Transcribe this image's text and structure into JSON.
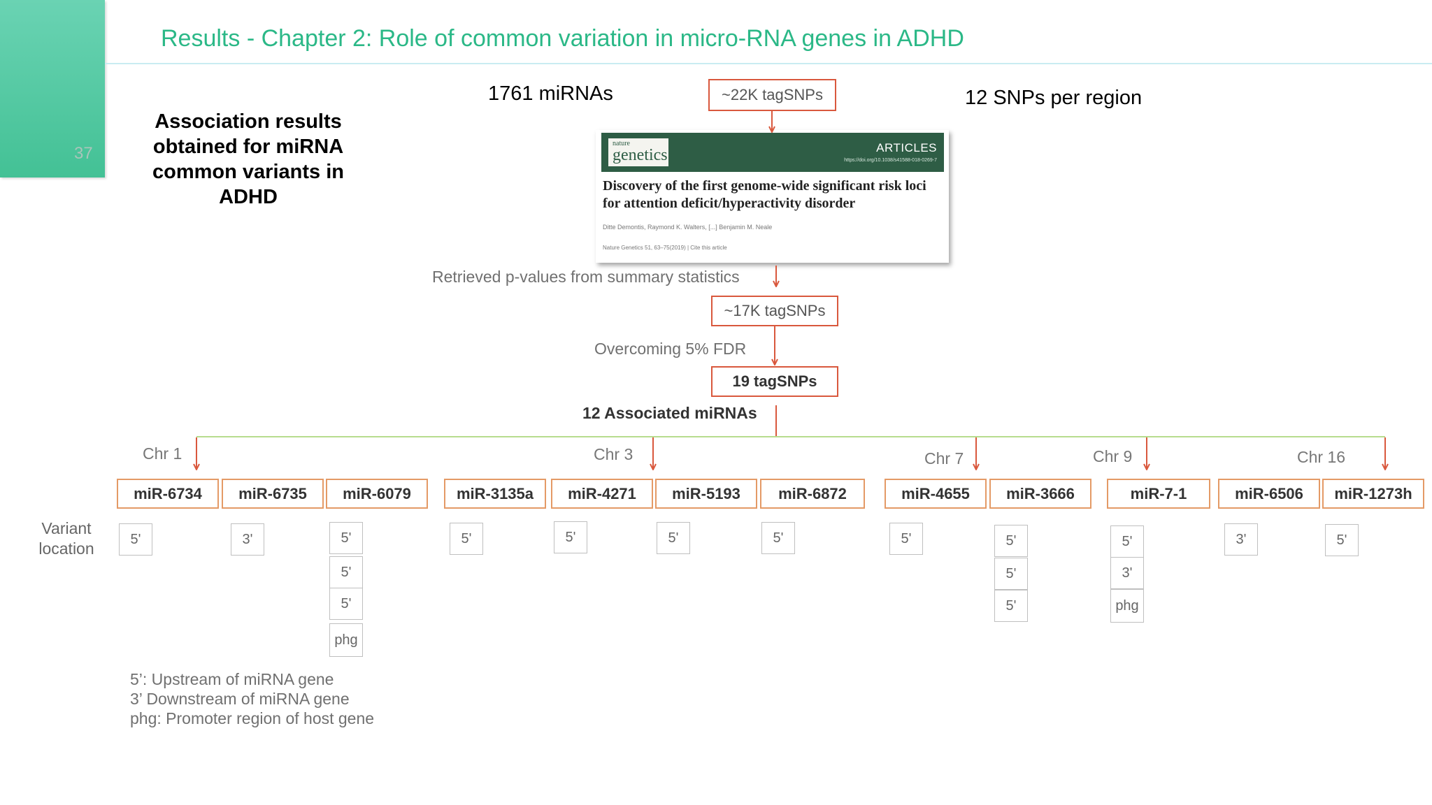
{
  "slide": {
    "number": "37",
    "title": "Results - Chapter 2:  Role of common variation in micro-RNA genes in ADHD",
    "side_heading": "Association results obtained for miRNA common variants in ADHD"
  },
  "pipeline": {
    "mirnas_count": "1761 miRNAs",
    "snps_per_region": "12 SNPs per region",
    "step1": "~22K tagSNPs",
    "step1_to_step2_label": "Retrieved p-values from summary statistics",
    "step2": "~17K tagSNPs",
    "step2_to_step3_label": "Overcoming 5% FDR",
    "step3": "19  tagSNPs",
    "associated_label": "12 Associated miRNAs"
  },
  "paper": {
    "journal_small": "nature",
    "journal_big": "genetics",
    "section": "ARTICLES",
    "url": "https://doi.org/10.1038/s41588-018-0269-7",
    "title": "Discovery of the first genome-wide significant risk loci for attention deficit/hyperactivity disorder",
    "authors": "Ditte Demontis, Raymond K. Walters, [...] Benjamin M. Neale",
    "citation": "Nature Genetics  51, 63–75(2019)  |  Cite this article"
  },
  "chromosomes": [
    "Chr 1",
    "Chr 3",
    "Chr 7",
    "Chr 9",
    "Chr 16"
  ],
  "mirnas": [
    {
      "name": "miR-6734",
      "locations": [
        "5'"
      ]
    },
    {
      "name": "miR-6735",
      "locations": [
        "3'"
      ]
    },
    {
      "name": "miR-6079",
      "locations": [
        "5'",
        "5'",
        "5'",
        "phg"
      ]
    },
    {
      "name": "miR-3135a",
      "locations": [
        "5'"
      ]
    },
    {
      "name": "miR-4271",
      "locations": [
        "5'"
      ]
    },
    {
      "name": "miR-5193",
      "locations": [
        "5'"
      ]
    },
    {
      "name": "miR-6872",
      "locations": [
        "5'"
      ]
    },
    {
      "name": "miR-4655",
      "locations": [
        "5'"
      ]
    },
    {
      "name": "miR-3666",
      "locations": [
        "5'",
        "5'",
        "5'"
      ]
    },
    {
      "name": "miR-7-1",
      "locations": [
        "5'",
        "3'",
        "phg"
      ]
    },
    {
      "name": "miR-6506",
      "locations": [
        "3'"
      ]
    },
    {
      "name": "miR-1273h",
      "locations": [
        "5'"
      ]
    }
  ],
  "variant_location_label": "Variant location",
  "legend": [
    "5’: Upstream of miRNA gene",
    "3’ Downstream of miRNA gene",
    "phg: Promoter region of host gene"
  ],
  "colors": {
    "accent": "#2bb887",
    "arrow": "#d9583d",
    "mirna_border": "#e49a66",
    "branch_line": "#b7dc8e"
  }
}
